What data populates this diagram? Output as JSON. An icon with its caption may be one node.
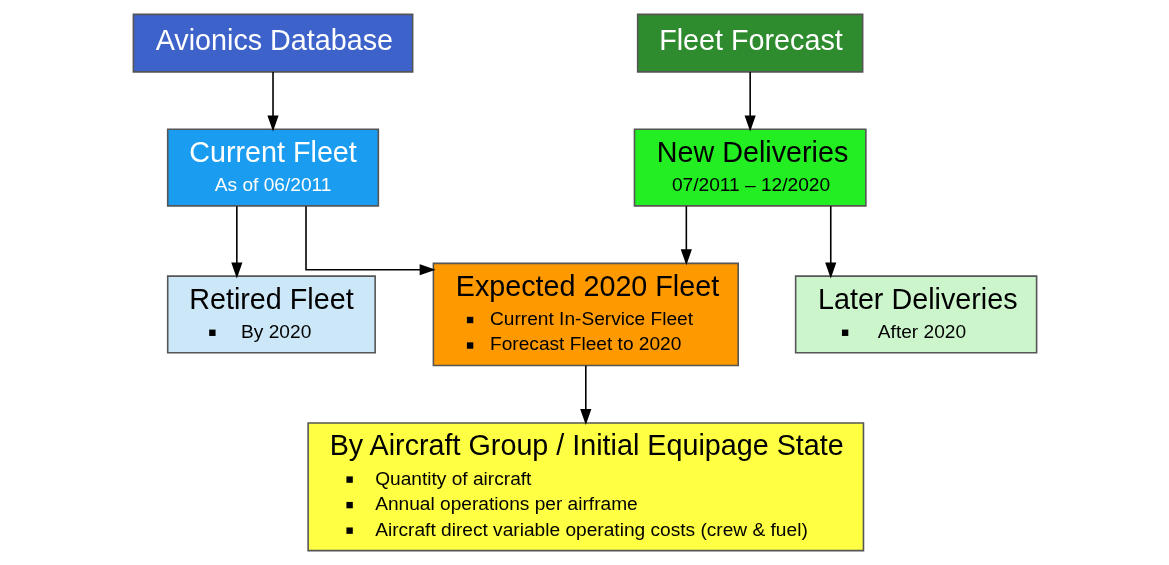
{
  "diagram": {
    "nodes": [
      {
        "text": [
          "Avionics Database"
        ]
      },
      {
        "text": [
          "Fleet Forecast"
        ]
      },
      {
        "text": [
          "Current Fleet",
          "As of 06/2011"
        ]
      },
      {
        "text": [
          "New Deliveries",
          "07/2011 – 12/2020"
        ]
      },
      {
        "text": [
          "Retired Fleet",
          "By 2020"
        ]
      },
      {
        "text": [
          "Expected 2020 Fleet",
          "Current In-Service Fleet",
          "Forecast Fleet to 2020"
        ]
      },
      {
        "text": [
          "Later Deliveries",
          "After 2020"
        ]
      },
      {
        "text": [
          "By Aircraft Group / Initial Equipage State",
          "Quantity of aircraft",
          "Annual operations per airframe",
          "Aircraft direct variable operating costs (crew & fuel)"
        ]
      }
    ],
    "edges": [
      {
        "from": 0,
        "to": 2,
        "arrow": "to"
      },
      {
        "from": 1,
        "to": 3,
        "arrow": "to"
      },
      {
        "from": 2,
        "to": 4,
        "arrow": "to"
      },
      {
        "from": 2,
        "to": 5,
        "arrow": "to"
      },
      {
        "from": 3,
        "to": 5,
        "arrow": "to"
      },
      {
        "from": 3,
        "to": 6,
        "arrow": "to"
      },
      {
        "from": 5,
        "to": 7,
        "arrow": "to"
      }
    ]
  }
}
